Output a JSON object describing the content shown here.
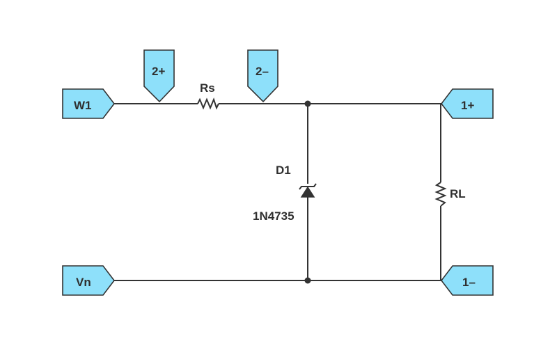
{
  "connectors": {
    "w1": "W1",
    "vn": "Vn",
    "two_plus": "2+",
    "two_minus": "2–",
    "one_plus": "1+",
    "one_minus": "1–"
  },
  "components": {
    "series_resistor": "Rs",
    "diode_designator": "D1",
    "diode_part_number": "1N4735",
    "load_resistor": "RL"
  },
  "colors": {
    "connector_fill": "#8ee0fa",
    "wire": "#333333",
    "text": "#2f2f2f"
  },
  "icons": {
    "diode": "zener-diode-icon",
    "resistor": "resistor-icon"
  }
}
